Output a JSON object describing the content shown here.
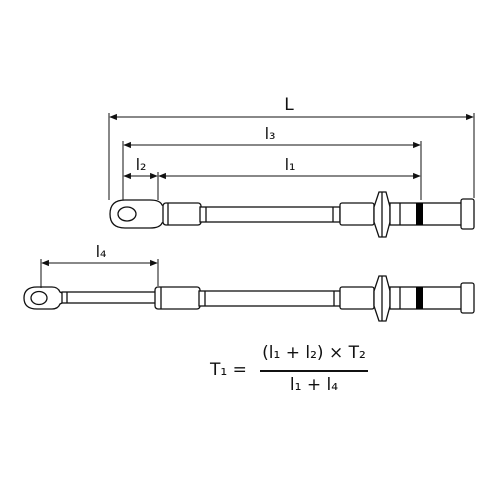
{
  "dimensions": {
    "L": "L",
    "l3": "l₃",
    "l2": "l₂",
    "l1": "l₁",
    "l4": "l₄"
  },
  "formula": {
    "lhs": "T₁ =",
    "numerator": "(l₁ + l₂) × T₂",
    "denominator": "l₁ + l₄"
  },
  "colors": {
    "ink": "#111111",
    "dimension_line": "#c0145a",
    "band": "#000000"
  }
}
